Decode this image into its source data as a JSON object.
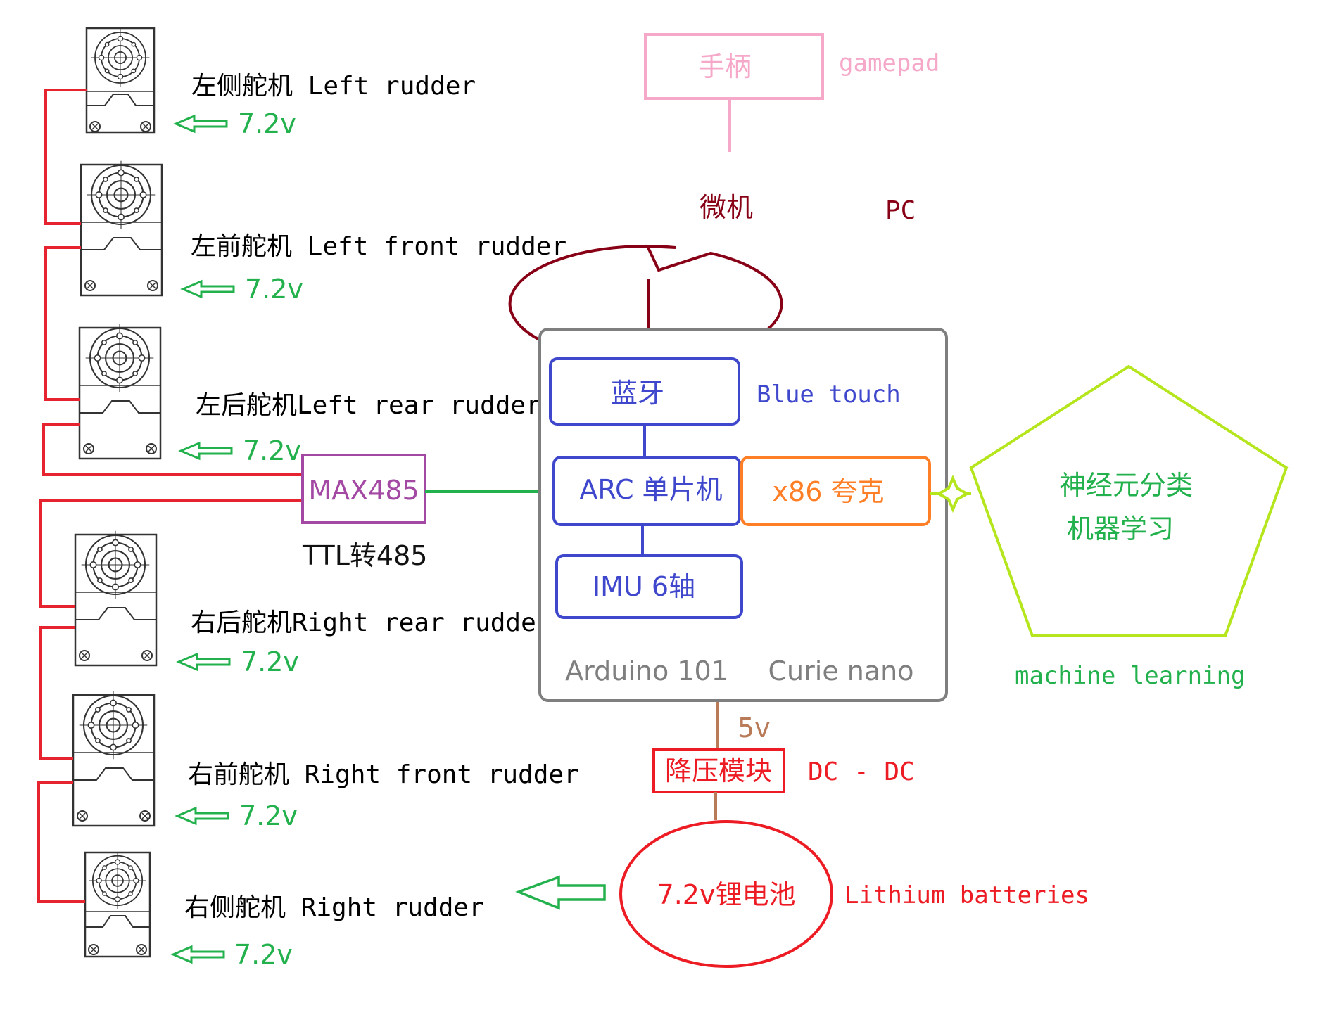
{
  "colors": {
    "wire_red": "#e52430",
    "arrow_green": "#22b14c",
    "max485_purple": "#a349a4",
    "gamepad_pink": "#f6a8c9",
    "pc_maroon": "#880015",
    "blue": "#3f48cc",
    "orange": "#ff7f27",
    "ml_green": "#b5e61d",
    "ml_text": "#22b14c",
    "board_gray": "#7f7f7f",
    "brown": "#b97a57",
    "battery_red": "#ed1c24"
  },
  "servos": [
    {
      "name": "左侧舵机 Left rudder",
      "voltage": "7.2v"
    },
    {
      "name": "左前舵机 Left front rudder",
      "voltage": "7.2v"
    },
    {
      "name": "左后舵机Left rear rudder",
      "voltage": "7.2v"
    },
    {
      "name": "右后舵机Right rear rudder",
      "voltage": "7.2v"
    },
    {
      "name": "右前舵机 Right front rudder",
      "voltage": "7.2v"
    },
    {
      "name": "右侧舵机 Right rudder",
      "voltage": "7.2v"
    }
  ],
  "max485": {
    "label": "MAX485",
    "caption": "TTL转485"
  },
  "gamepad": {
    "label": "手柄",
    "en": "gamepad"
  },
  "pc": {
    "label": "微机",
    "en": "PC"
  },
  "board": {
    "bluetooth": {
      "label": "蓝牙",
      "en": "Blue touch"
    },
    "arc": "ARC 单片机",
    "x86": "x86 夸克",
    "imu": "IMU 6轴",
    "name_left": "Arduino 101",
    "name_right": "Curie nano"
  },
  "ml": {
    "line1": "神经元分类",
    "line2": "机器学习",
    "en": "machine learning"
  },
  "power": {
    "voltage": "5v",
    "module": "降压模块",
    "module_en": "DC - DC"
  },
  "battery": {
    "label": "7.2v锂电池",
    "en": "Lithium batteries"
  }
}
